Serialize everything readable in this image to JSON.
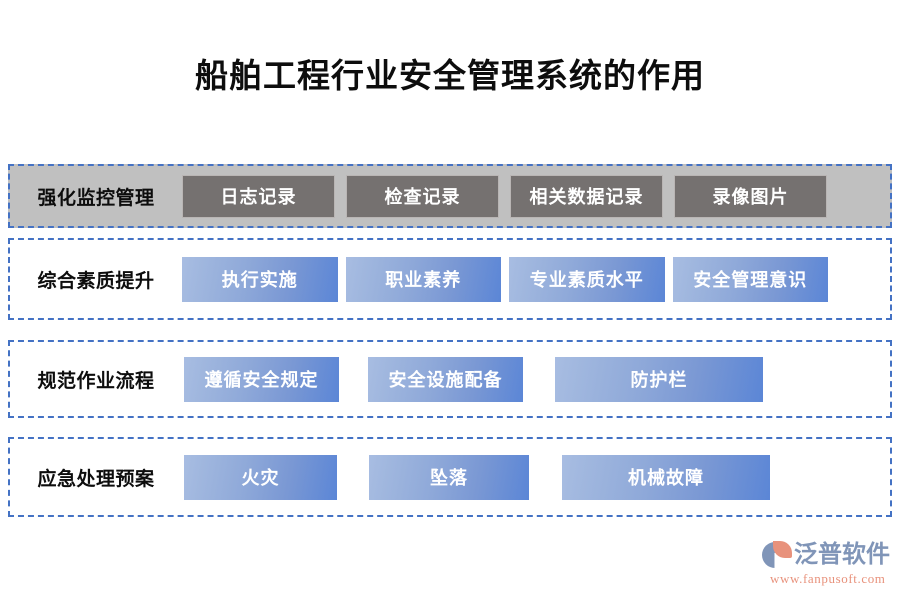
{
  "page": {
    "title": "船舶工程行业安全管理系统的作用"
  },
  "colors": {
    "title_text": "#0d0d0d",
    "panel_border": "#4472c4",
    "row1_background": "#c0c0c0",
    "gray_box": "#757170",
    "blue_box_light": "#a8bde2",
    "blue_box_dark": "#5b86d6",
    "logo_blue": "#8095b8",
    "logo_orange": "#e8927c",
    "page_background": "#ffffff"
  },
  "rows": [
    {
      "label": "强化监控管理",
      "style": "gray",
      "items": [
        {
          "label": "日志记录"
        },
        {
          "label": "检查记录"
        },
        {
          "label": "相关数据记录"
        },
        {
          "label": "录像图片"
        }
      ]
    },
    {
      "label": "综合素质提升",
      "style": "blue",
      "items": [
        {
          "label": "执行实施"
        },
        {
          "label": "职业素养"
        },
        {
          "label": "专业素质水平"
        },
        {
          "label": "安全管理意识"
        }
      ]
    },
    {
      "label": "规范作业流程",
      "style": "blue",
      "items": [
        {
          "label": "遵循安全规定"
        },
        {
          "label": "安全设施配备"
        },
        {
          "label": "防护栏"
        }
      ]
    },
    {
      "label": "应急处理预案",
      "style": "blue",
      "items": [
        {
          "label": "火灾"
        },
        {
          "label": "坠落"
        },
        {
          "label": "机械故障"
        }
      ]
    }
  ],
  "logo": {
    "name": "泛普软件",
    "url": "www.fanpusoft.com"
  }
}
